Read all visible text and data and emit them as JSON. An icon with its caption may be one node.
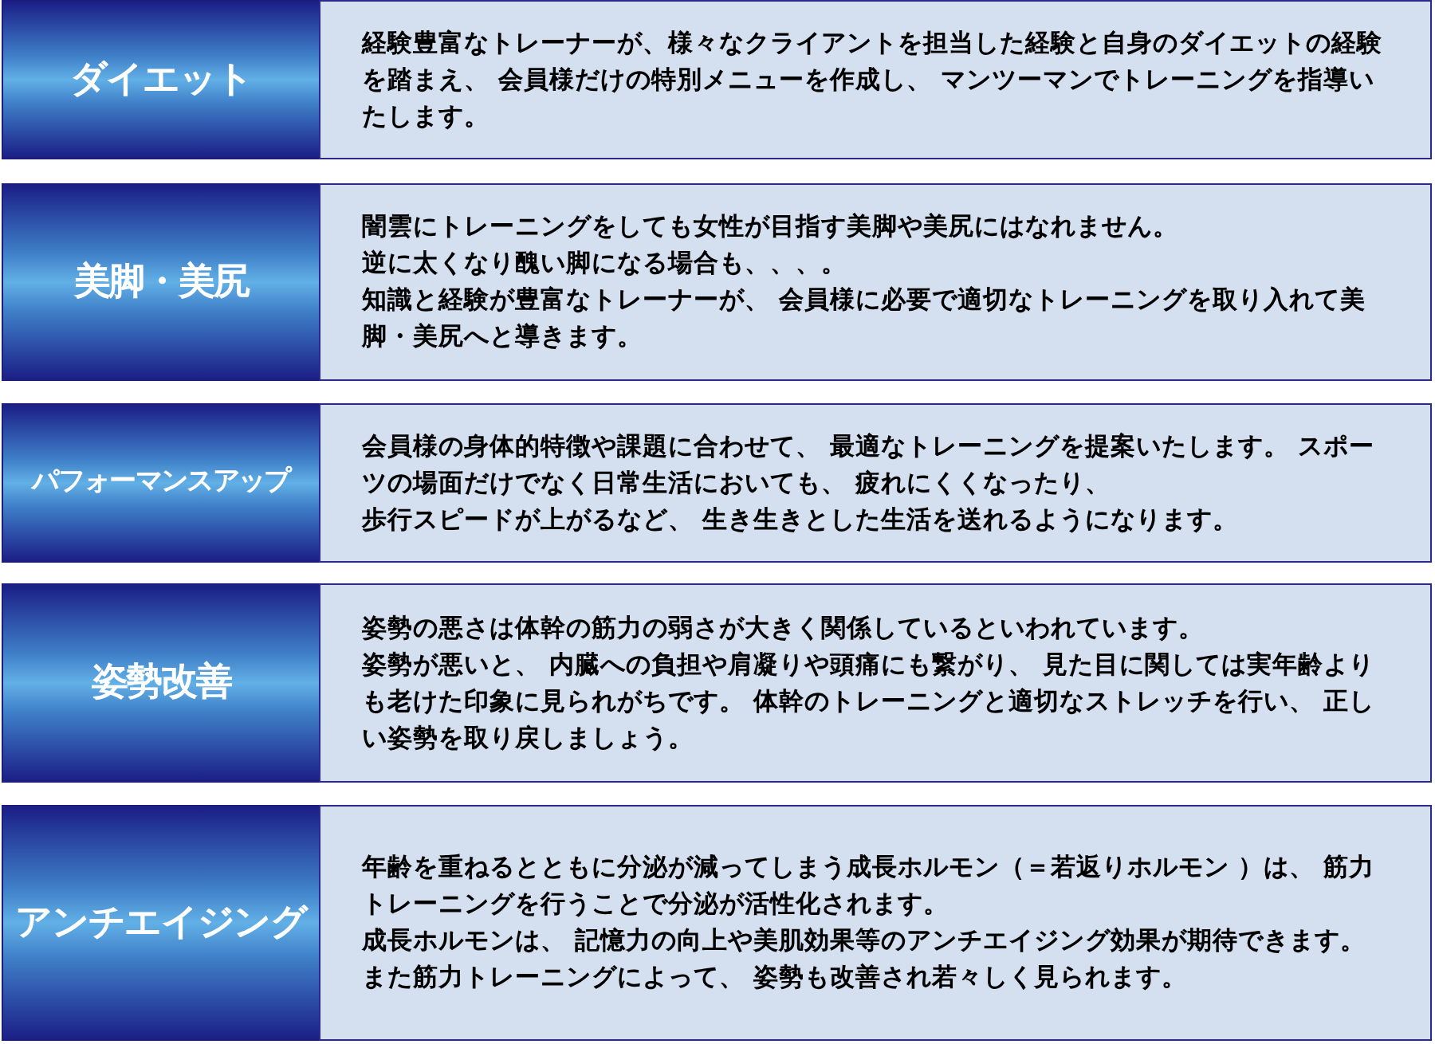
{
  "diagram": {
    "nodes": [
      {
        "text": [
          "ダイエット"
        ]
      },
      {
        "text": [
          "経験豊富なトレーナーが、様々なクライアントを担当した経験と自身のダイエットの経験を踏まえ、 会員様だけの特別メニューを作成し、 マンツーマンでトレーニングを指導いたします。"
        ]
      },
      {
        "text": [
          "美脚・美尻"
        ]
      },
      {
        "text": [
          "闇雲にトレーニングをしても女性が目指す美脚や美尻にはなれません。",
          "逆に太くなり醜い脚になる場合も、、、。",
          "知識と経験が豊富なトレーナーが、 会員様に必要で適切なトレーニングを取り入れて美脚・美尻へと導きます。"
        ]
      },
      {
        "text": [
          "パフォーマンスアップ"
        ]
      },
      {
        "text": [
          "会員様の身体的特徴や課題に合わせて、 最適なトレーニングを提案いたします。 スポーツの場面だけでなく日常生活においても、 疲れにくくなったり、",
          "歩行スピードが上がるなど、 生き生きとした生活を送れるようになります。"
        ]
      },
      {
        "text": [
          "姿勢改善"
        ]
      },
      {
        "text": [
          "姿勢の悪さは体幹の筋力の弱さが大きく関係しているといわれています。",
          "姿勢が悪いと、 内臓への負担や肩凝りや頭痛にも繋がり、 見た目に関しては実年齢よりも老けた印象に見られがちです。 体幹のトレーニングと適切なストレッチを行い、 正しい姿勢を取り戻しましょう。"
        ]
      },
      {
        "text": [
          "アンチエイジング"
        ]
      },
      {
        "text": [
          "年齢を重ねるとともに分泌が減ってしまう成長ホルモン（＝若返りホルモン ）は、 筋力トレーニングを行うことで分泌が活性化されます。",
          "成長ホルモンは、 記憶力の向上や美肌効果等のアンチエイジング効果が期待できます。",
          "また筋力トレーニングによって、 姿勢も改善され若々しく見られます。"
        ]
      }
    ]
  }
}
